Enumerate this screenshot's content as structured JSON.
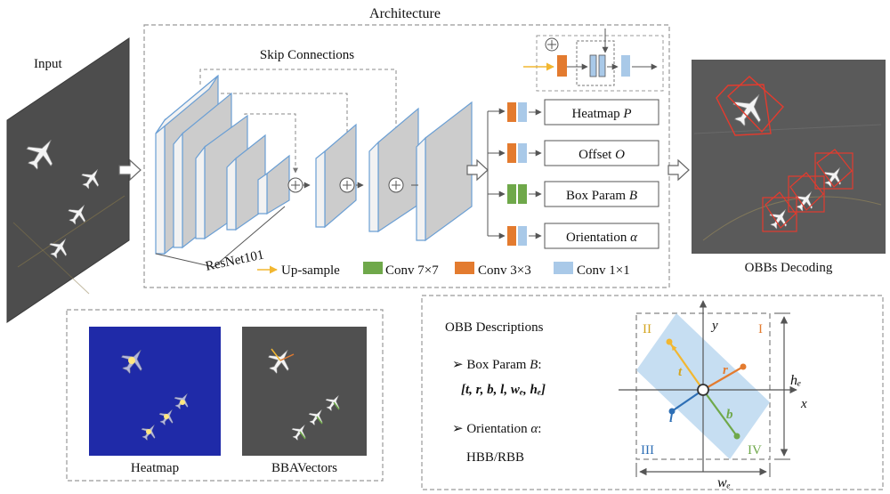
{
  "titles": {
    "architecture": "Architecture",
    "input": "Input",
    "skip": "Skip Connections",
    "backbone": "ResNet101",
    "obbs": "OBBs Decoding",
    "heatmap_caption": "Heatmap",
    "bbav_caption": "BBAVectors"
  },
  "heads": [
    {
      "name": "Heatmap",
      "symbol": "P"
    },
    {
      "name": "Offset",
      "symbol": "O"
    },
    {
      "name": "Box Param",
      "symbol": "B"
    },
    {
      "name": "Orientation",
      "symbol": "α"
    }
  ],
  "legend": [
    {
      "label": "Up-sample",
      "color": "#f2b731"
    },
    {
      "label": "Conv 7×7",
      "color": "#6fa84a"
    },
    {
      "label": "Conv 3×3",
      "color": "#e37b2f"
    },
    {
      "label": "Conv 1×1",
      "color": "#a9c9e8"
    }
  ],
  "obb": {
    "title": "OBB Descriptions",
    "box_param_label": "Box Param",
    "box_param_symbol": "B",
    "box_param_colon": ":",
    "vector_list": "[t, r, b, l, wₑ, hₑ]",
    "orientation_label": "Orientation",
    "orientation_symbol": "α",
    "orientation_colon": ":",
    "hbb_rbb": "HBB/RBB",
    "bullet": "➢",
    "quadrants": [
      "I",
      "II",
      "III",
      "IV"
    ],
    "axis_x": "x",
    "axis_y": "y",
    "vec_t": "t",
    "vec_r": "r",
    "vec_b": "b",
    "vec_l": "l",
    "width_label": "wₑ",
    "height_label": "hₑ"
  },
  "colors": {
    "gray_block": "#cccccc",
    "block_edge": "#6b9fd4",
    "t": "#f2b731",
    "r": "#e37b2f",
    "b": "#6fa84a",
    "l": "#2e6fb5",
    "bbox_red": "#e33b2e",
    "heatmap_bg": "#1f2aa8"
  }
}
